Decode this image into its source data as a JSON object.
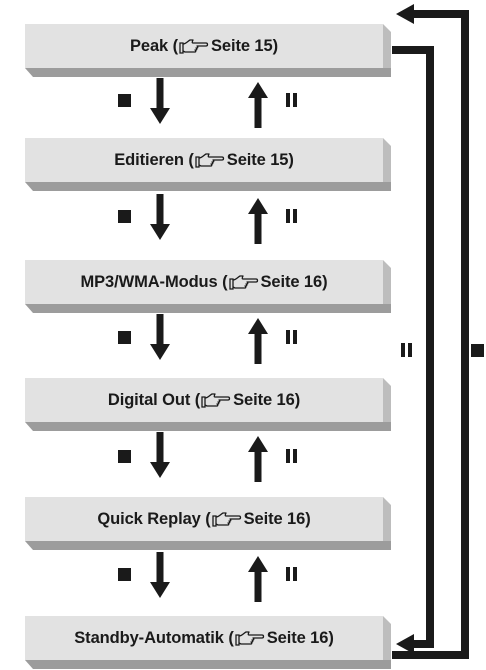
{
  "steps": [
    {
      "name": "Peak",
      "ref": "Seite 15"
    },
    {
      "name": "Editieren",
      "ref": "Seite 15"
    },
    {
      "name": "MP3/WMA-Modus",
      "ref": "Seite 16"
    },
    {
      "name": "Digital Out",
      "ref": "Seite 16"
    },
    {
      "name": "Quick Replay",
      "ref": "Seite 16"
    },
    {
      "name": "Standby-Automatik",
      "ref": "Seite 16"
    }
  ],
  "icons": {
    "down_button": "stop-square-icon",
    "up_button": "pause-icon",
    "reference": "pointing-hand-icon"
  },
  "colors": {
    "box_face": "#e2e2e2",
    "box_shadow": "#9c9c9c",
    "arrow": "#1a1a1a"
  }
}
